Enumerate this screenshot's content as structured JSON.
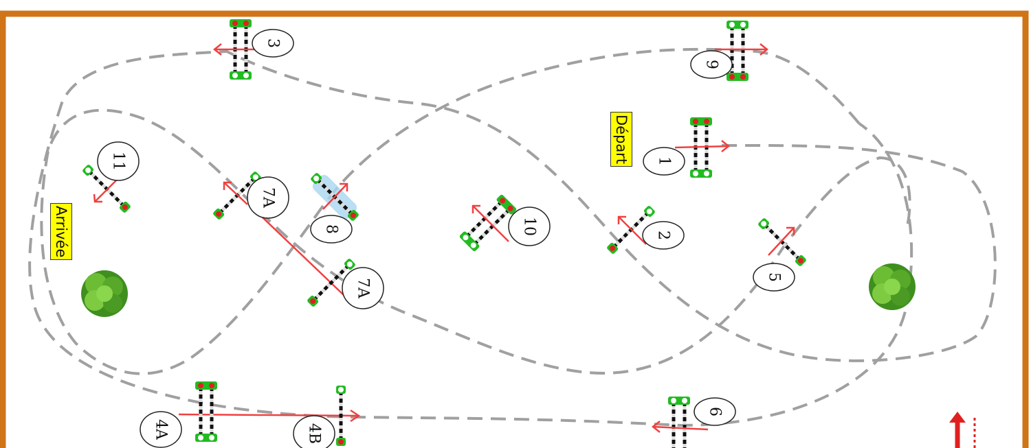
{
  "course": {
    "border_color": "#d07418",
    "path_color": "#a0a0a0",
    "arrow_color": "#f04040",
    "pole_color": "#22bb22",
    "start_label": "Départ",
    "finish_label": "Arrivée"
  },
  "obstacles": [
    {
      "id": "o1",
      "label": "1"
    },
    {
      "id": "o2",
      "label": "2"
    },
    {
      "id": "o3",
      "label": "3"
    },
    {
      "id": "o4a",
      "label": "4A"
    },
    {
      "id": "o4b",
      "label": "4B"
    },
    {
      "id": "o5",
      "label": "5"
    },
    {
      "id": "o6",
      "label": "6"
    },
    {
      "id": "o7a1",
      "label": "7A"
    },
    {
      "id": "o7a2",
      "label": "7A"
    },
    {
      "id": "o8",
      "label": "8"
    },
    {
      "id": "o9",
      "label": "9"
    },
    {
      "id": "o10",
      "label": "10"
    },
    {
      "id": "o11",
      "label": "11"
    }
  ],
  "decorations": [
    {
      "name": "bush-left-icon"
    },
    {
      "name": "bush-right-icon"
    },
    {
      "name": "entrance-arrow-icon"
    }
  ]
}
